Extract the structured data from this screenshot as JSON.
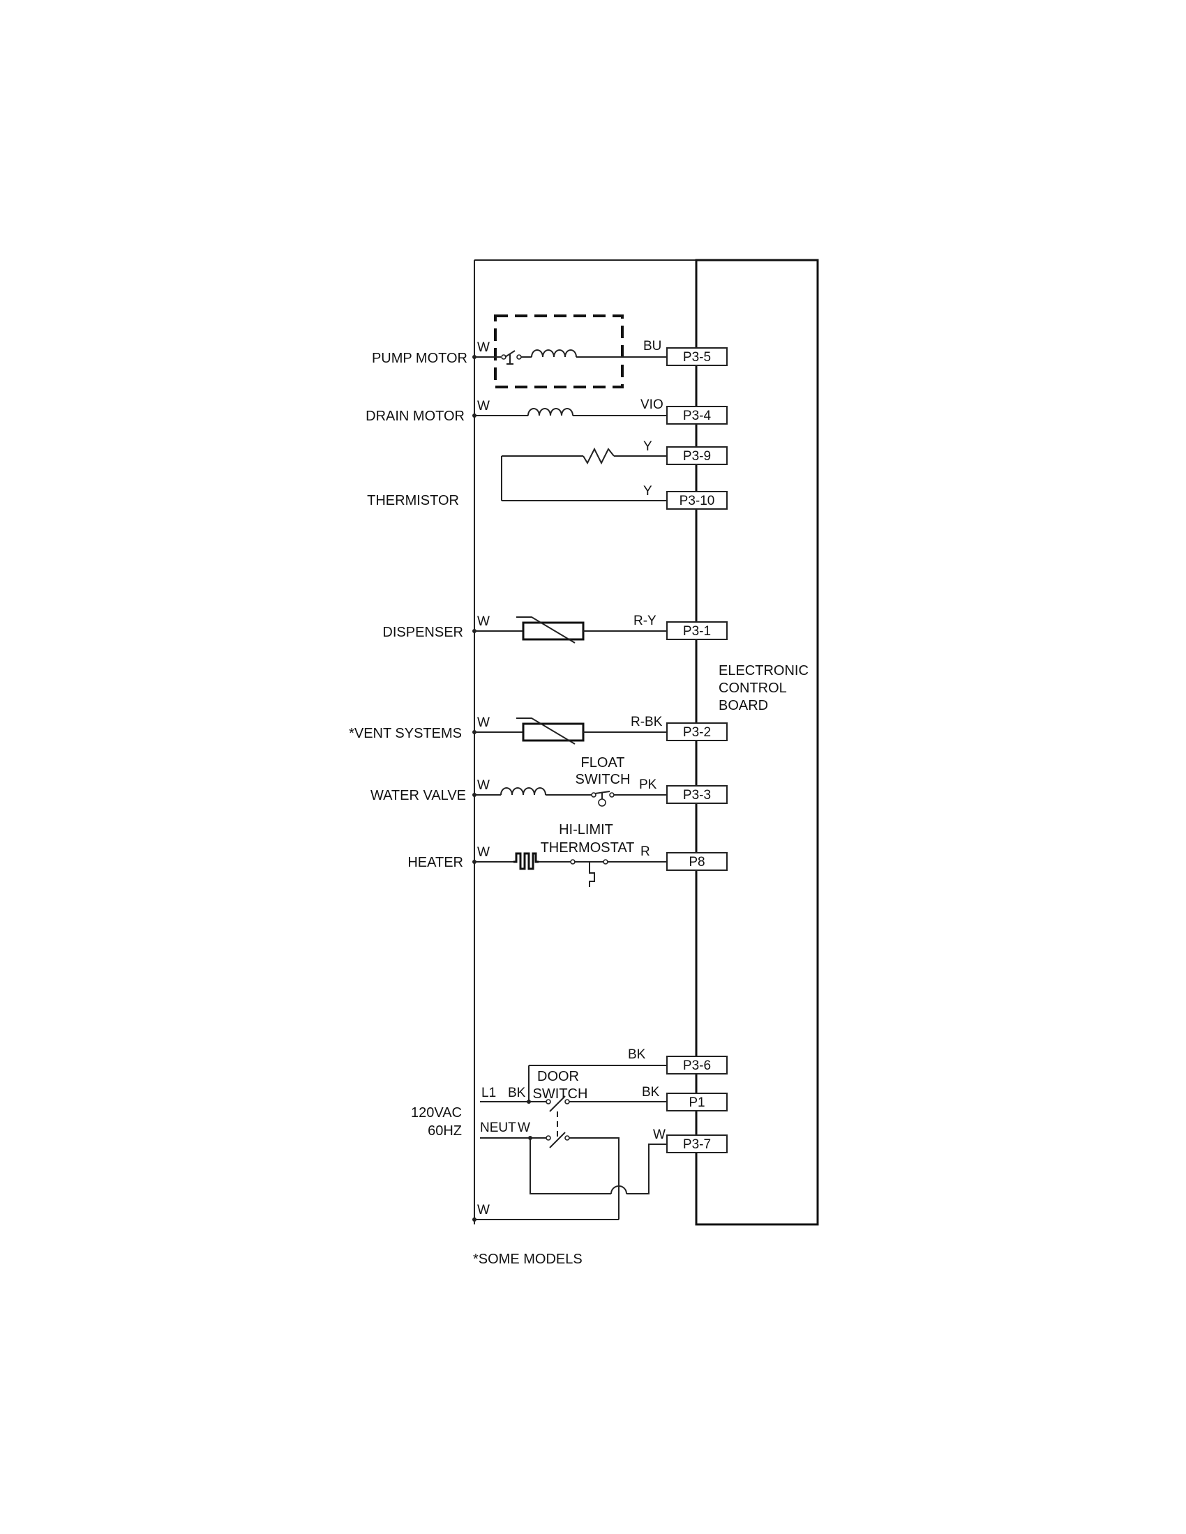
{
  "components": {
    "pump_motor": "PUMP MOTOR",
    "drain_motor": "DRAIN MOTOR",
    "thermistor": "THERMISTOR",
    "dispenser": "DISPENSER",
    "vent_systems": "*VENT SYSTEMS",
    "water_valve": "WATER VALVE",
    "heater": "HEATER",
    "power_line1": "120VAC",
    "power_line2": "60HZ"
  },
  "switches": {
    "float_line1": "FLOAT",
    "float_line2": "SWITCH",
    "hilimit_line1": "HI-LIMIT",
    "hilimit_line2": "THERMOSTAT",
    "door_line1": "DOOR",
    "door_line2": "SWITCH"
  },
  "wires": {
    "pump_left": "W",
    "pump_right": "BU",
    "drain_left": "W",
    "drain_right": "VIO",
    "thermistor_top": "Y",
    "thermistor_bottom": "Y",
    "dispenser_left": "W",
    "dispenser_right": "R-Y",
    "vent_left": "W",
    "vent_right": "R-BK",
    "valve_left": "W",
    "valve_right": "PK",
    "heater_left": "W",
    "heater_right": "R",
    "door_top": "BK",
    "l1": "L1",
    "l1_color": "BK",
    "p1_wire": "BK",
    "neut": "NEUT",
    "neut_color": "W",
    "p37_wire": "W",
    "bottom_w": "W"
  },
  "pins": {
    "p3_5": "P3-5",
    "p3_4": "P3-4",
    "p3_9": "P3-9",
    "p3_10": "P3-10",
    "p3_1": "P3-1",
    "p3_2": "P3-2",
    "p3_3": "P3-3",
    "p8": "P8",
    "p3_6": "P3-6",
    "p1": "P1",
    "p3_7": "P3-7"
  },
  "board": {
    "line1": "ELECTRONIC",
    "line2": "CONTROL",
    "line3": "BOARD"
  },
  "footnote": "*SOME MODELS"
}
